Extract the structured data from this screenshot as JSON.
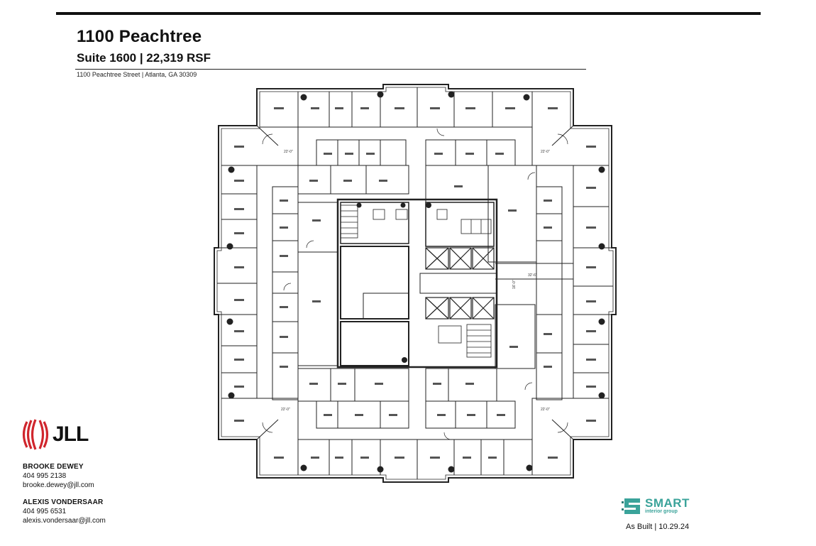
{
  "header": {
    "title": "1100 Peachtree",
    "subtitle": "Suite 1600 | 22,319 RSF",
    "address": "1100 Peachtree Street | Atlanta, GA 30309"
  },
  "floorplan": {
    "dimension_labels": [
      "22'-0\"",
      "22'-0\"",
      "22'-0\"",
      "22'-0\"",
      "32'-6\"",
      "16'-0\""
    ]
  },
  "brokerage": {
    "logo_text": "JLL",
    "contacts": [
      {
        "name": "BROOKE DEWEY",
        "phone": "404 995 2138",
        "email": "brooke.dewey@jll.com"
      },
      {
        "name": "ALEXIS VONDERSAAR",
        "phone": "404 995 6531",
        "email": "alexis.vondersaar@jll.com"
      }
    ]
  },
  "designer": {
    "logo_word": "SMART",
    "logo_tagline": "interior group",
    "note": "As Built | 10.29.24",
    "brand_color": "#3aa39a"
  },
  "colors": {
    "ink": "#111111",
    "jll_red": "#d0262d"
  }
}
